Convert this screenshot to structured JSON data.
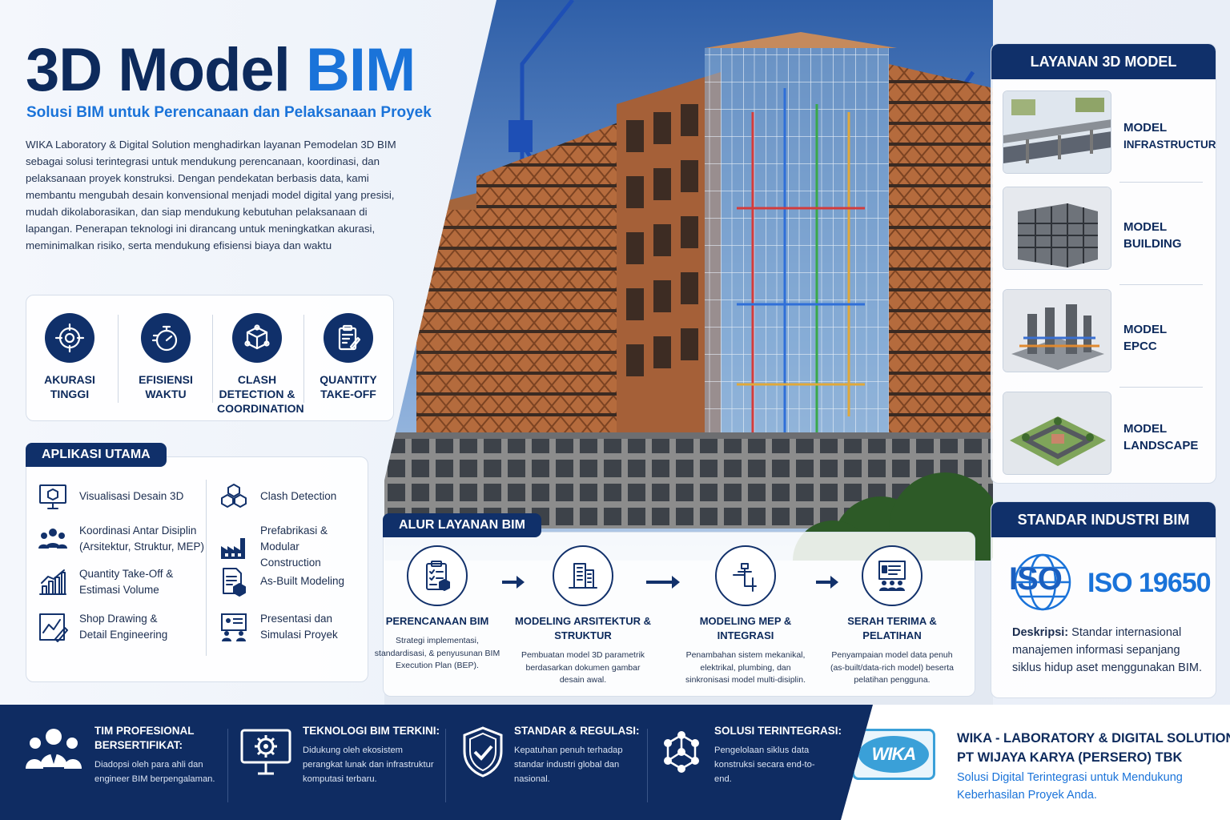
{
  "hero": {
    "title_main": "3D Model",
    "title_accent": "BIM",
    "subtitle": "Solusi BIM untuk Perencanaan dan Pelaksanaan Proyek",
    "intro": "WIKA Laboratory & Digital Solution menghadirkan layanan Pemodelan 3D BIM sebagai solusi terintegrasi untuk mendukung perencanaan, koordinasi, dan pelaksanaan proyek konstruksi. Dengan pendekatan berbasis data, kami membantu mengubah desain konvensional menjadi model digital yang presisi, mudah dikolaborasikan, dan siap mendukung kebutuhan pelaksanaan di lapangan. Penerapan teknologi ini dirancang untuk meningkatkan akurasi, meminimalkan risiko, serta mendukung efisiensi biaya dan waktu"
  },
  "benefits": [
    {
      "line1": "AKURASI",
      "line2": "TINGGI",
      "line3": "",
      "icon": "target-icon"
    },
    {
      "line1": "EFISIENSI",
      "line2": "WAKTU",
      "line3": "",
      "icon": "stopwatch-icon"
    },
    {
      "line1": "CLASH",
      "line2": "DETECTION &",
      "line3": "COORDINATION",
      "icon": "cube-network-icon"
    },
    {
      "line1": "QUANTITY",
      "line2": "TAKE-OFF",
      "line3": "",
      "icon": "clipboard-pen-icon"
    }
  ],
  "apps": {
    "title": "APLIKASI UTAMA",
    "items": [
      {
        "line1": "Visualisasi Desain 3D",
        "line2": "",
        "icon": "monitor-cube-icon"
      },
      {
        "line1": "Clash Detection",
        "line2": "",
        "icon": "stacked-cubes-icon"
      },
      {
        "line1": "Koordinasi Antar Disiplin",
        "line2": "(Arsitektur, Struktur, MEP)",
        "icon": "team-icon"
      },
      {
        "line1": "Prefabrikasi & Modular",
        "line2": "Construction",
        "icon": "factory-icon"
      },
      {
        "line1": "Quantity Take-Off &",
        "line2": "Estimasi Volume",
        "icon": "bar-chart-icon"
      },
      {
        "line1": "As-Built Modeling",
        "line2": "",
        "icon": "document-cube-icon"
      },
      {
        "line1": "Shop Drawing &",
        "line2": "Detail Engineering",
        "icon": "drawing-chart-icon"
      },
      {
        "line1": "Presentasi dan",
        "line2": "Simulasi Proyek",
        "icon": "presentation-icon"
      }
    ]
  },
  "flow": {
    "title": "ALUR LAYANAN BIM",
    "steps": [
      {
        "title": "PERENCANAAN BIM",
        "desc": "Strategi implementasi, standardisasi, & penyusunan BIM Execution Plan (BEP).",
        "icon": "checklist-icon"
      },
      {
        "title": "MODELING ARSITEKTUR & STRUKTUR",
        "desc": "Pembuatan model 3D parametrik berdasarkan dokumen gambar desain awal.",
        "icon": "buildings-icon"
      },
      {
        "title": "MODELING MEP & INTEGRASI",
        "desc": "Penambahan sistem mekanikal, elektrikal, plumbing, dan sinkronisasi model multi-disiplin.",
        "icon": "pipe-icon"
      },
      {
        "title": "SERAH TERIMA & PELATIHAN",
        "desc": "Penyampaian model data penuh (as-built/data-rich model) beserta pelatihan pengguna.",
        "icon": "training-icon"
      }
    ]
  },
  "services": {
    "title": "LAYANAN 3D MODEL",
    "items": [
      {
        "line1": "MODEL",
        "line2": "INFRASTRUCTURE"
      },
      {
        "line1": "MODEL",
        "line2": "BUILDING"
      },
      {
        "line1": "MODEL",
        "line2": "EPCC"
      },
      {
        "line1": "MODEL",
        "line2": "LANDSCAPE"
      }
    ]
  },
  "standard": {
    "title": "STANDAR INDUSTRI BIM",
    "logo_text": "ISO",
    "code": "ISO 19650",
    "desc_label": "Deskripsi:",
    "desc": " Standar internasional manajemen informasi sepanjang siklus hidup aset menggunakan BIM."
  },
  "footer": {
    "items": [
      {
        "title": "TIM PROFESIONAL BERSERTIFIKAT:",
        "desc": "Diadopsi oleh para ahli dan engineer BIM berpengalaman.",
        "icon": "team-tie-icon"
      },
      {
        "title": "TEKNOLOGI BIM TERKINI:",
        "desc": "Didukung oleh ekosistem perangkat lunak dan infrastruktur komputasi terbaru.",
        "icon": "monitor-gear-icon"
      },
      {
        "title": "STANDAR & REGULASI:",
        "desc": "Kepatuhan penuh terhadap standar industri global dan nasional.",
        "icon": "shield-check-icon"
      },
      {
        "title": "SOLUSI TERINTEGRASI:",
        "desc": "Pengelolaan siklus data konstruksi secara end-to-end.",
        "icon": "network-icon"
      }
    ],
    "logo_text": "WIKA",
    "company_line1": "WIKA - LABORATORY & DIGITAL SOLUTION",
    "company_line2": "PT WIJAYA KARYA (PERSERO) TBK",
    "tagline": "Solusi Digital Terintegrasi untuk Mendukung Keberhasilan Proyek Anda."
  },
  "colors": {
    "navy": "#10306a",
    "accent": "#1a73d9",
    "footer": "#0f2c62"
  }
}
